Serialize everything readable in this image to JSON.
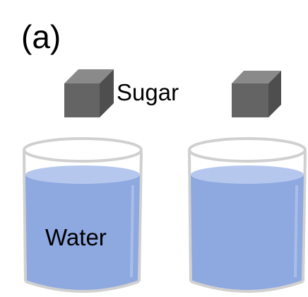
{
  "panel_label": "(a)",
  "sugar_label": "Sugar",
  "water_label": "Water",
  "colors": {
    "cube_front": "#646464",
    "cube_top": "#8a8a8a",
    "cube_side": "#4e4e4e",
    "water": "#8ea8e0",
    "water_surface": "#b6c7ee",
    "glass_outline": "#d0d0d0"
  }
}
